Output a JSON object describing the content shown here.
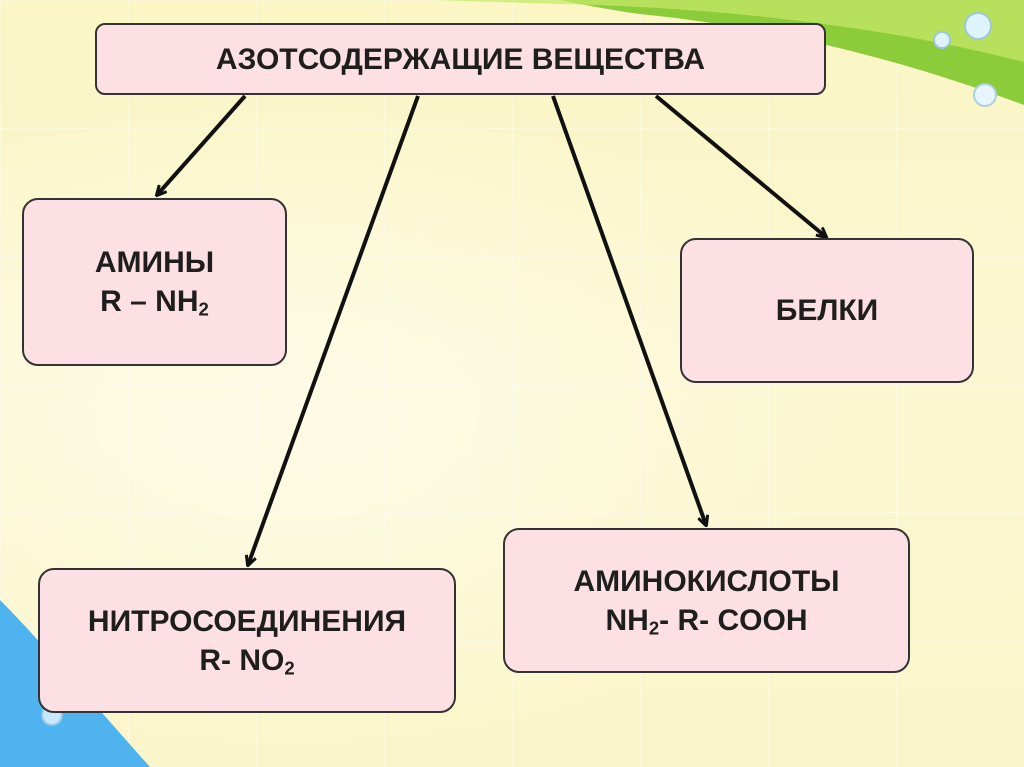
{
  "root": {
    "label": "АЗОТСОДЕРЖАЩИЕ ВЕЩЕСТВА"
  },
  "amines": {
    "title": "АМИНЫ",
    "formula_a": "R – NH",
    "formula_sub": "2"
  },
  "proteins": {
    "title": "БЕЛКИ"
  },
  "nitro": {
    "title": "НИТРОСОЕДИНЕНИЯ",
    "formula_a": "R- NO",
    "formula_sub": "2"
  },
  "amino_acids": {
    "title": "АМИНОКИСЛОТЫ",
    "formula_a": "NH",
    "formula_sub": "2",
    "formula_b": "- R- COOH"
  },
  "colors": {
    "box_fill": "#fde0e3",
    "box_border": "#333333",
    "arrow": "#111111",
    "accent_green": "#8ccc3a",
    "accent_blue": "#4fb3f0"
  }
}
